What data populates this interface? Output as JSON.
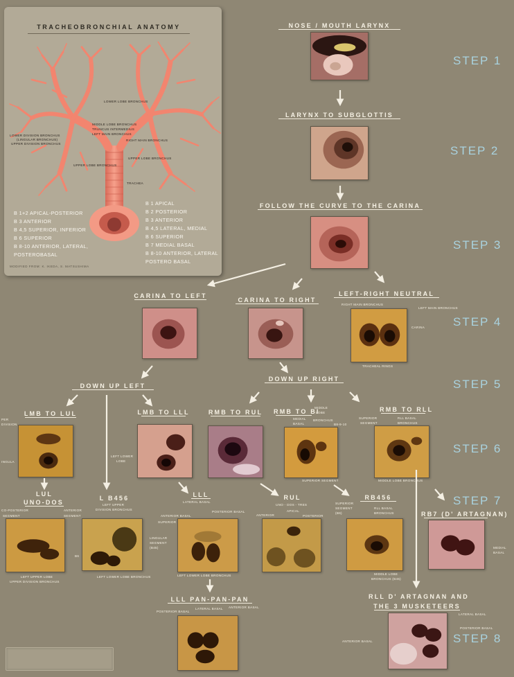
{
  "anatomy": {
    "title": "TRACHEOBRONCHIAL ANATOMY",
    "tree_labels": {
      "lower_lobe_bronchus": "LOWER LOBE BRONCHUS",
      "middle_lobe_bronchus": "MIDDLE LOBE BRONCHUS",
      "truncus_intermedius": "TRUNCUS INTERMEDIUS",
      "left_main_bronchus": "LEFT MAIN BRONCHUS",
      "right_main_bronchus": "RIGHT MAIN BRONCHUS",
      "lower_division": "LOWER DIVISION BRONCHUS",
      "lingular": "(LINGULAR BRONCHUS)",
      "upper_division": "UPPER DIVISION BRONCHUS",
      "upper_lobe_left": "UPPER LOBE BRONCHUS",
      "upper_lobe_right": "UPPER LOBE BRONCHUS",
      "trachea": "TRACHEA"
    },
    "left_list": [
      "B 1+2 APICAL-POSTERIOR",
      "B 3 ANTERIOR",
      "B 4,5 SUPERIOR, INFERIOR",
      "B 6 SUPERIOR",
      "B 8-10 ANTERIOR, LATERAL,",
      "POSTEROBASAL"
    ],
    "right_list": [
      "B 1 APICAL",
      "B 2 POSTERIOR",
      "B 3 ANTERIOR",
      "B 4,5 LATERAL, MEDIAL",
      "B 6 SUPERIOR",
      "B 7 MEDIAL BASAL",
      "B 8-10 ANTERIOR, LATERAL",
      "POSTERO BASAL"
    ],
    "credit": "MODIFIED FROM: K. IKEDA, S. MATSUSHIMA"
  },
  "steps": [
    "STEP 1",
    "STEP 2",
    "STEP 3",
    "STEP 4",
    "STEP 5",
    "STEP 6",
    "STEP 7",
    "STEP 8"
  ],
  "headings": {
    "nose": "NOSE / MOUTH LARYNX",
    "larynx": "LARYNX TO SUBGLOTTIS",
    "follow": "FOLLOW THE CURVE TO THE CARINA",
    "carina_left": "CARINA TO LEFT",
    "carina_right": "CARINA TO RIGHT",
    "neutral": "LEFT-RIGHT NEUTRAL",
    "down_left": "DOWN UP LEFT",
    "down_right": "DOWN UP RIGHT",
    "lmb_lul": "LMB TO LUL",
    "lmb_lll": "LMB TO LLL",
    "rmb_rul": "RMB TO RUL",
    "rmb_bi": "RMB TO BI",
    "rmb_rll": "RMB TO RLL",
    "lul": "LUL",
    "lul_sub": "UNO-DOS",
    "lb456": "L B456",
    "lll": "LLL",
    "rul": "RUL",
    "rul_sub": "UNO - DOS - TRES",
    "rb456": "RB456",
    "rb7": "RB7 (D' ARTAGNAN)",
    "lll_pan": "LLL PAN-PAN-PAN",
    "rll_dart_1": "RLL D' ARTAGNAN AND",
    "rll_dart_2": "THE 3 MUSKETEERS"
  },
  "labels": {
    "neutral_rmb": "RIGHT MAIN BRONCHUS",
    "neutral_lmb": "LEFT MAIN BRONCHUS",
    "neutral_carina": "CARINA",
    "neutral_rings": "TRACHEAL RINGS",
    "lul_upper": "PER",
    "lul_upper2": "DIVISION",
    "lul_lingula": "INGULA",
    "lll_lower": "LEFT LOWER",
    "lll_lower2": "LOBE",
    "bi_middle": "MIDDLE",
    "bi_lobe": "LOBE",
    "bi_bronchus": "BRONCHUS",
    "bi_medial": "MEDIAL",
    "bi_basal": "BASAL",
    "bi_b8": "B8-9-10",
    "bi_superior": "SUPERIOR SEGMENT",
    "rll_superior": "SUPERIOR",
    "rll_segment": "SEGMENT",
    "rll_basal": "RLL BASAL",
    "rll_bronchus": "BRONCHUS",
    "rll_middle": "MIDDLE LOBE BRONCHUS",
    "lul_apico": "CO-POSTERIOR",
    "lul_seg": "SEGMENT",
    "lul_ant": "ANTERIOR",
    "lul_ant2": "SEGMENT",
    "lul_bottom1": "LEFT UPPER LOBE",
    "lul_bottom2": "UPPER DIVISION BRONCHUS",
    "lb_upper1": "LEFT UPPER",
    "lb_upper2": "DIVISION BRONCHUS",
    "lb_ling1": "LINGULAR",
    "lb_ling2": "SEGMENT",
    "lb_ling3": "(B45)",
    "lb_b6": "B6",
    "lb_lower": "LEFT LOWER LOBE BRONCHUS",
    "lll_lat": "LATERAL BASAL",
    "lll_ant": "ANTERIOR BASAL",
    "lll_post": "POSTERIOR BASAL",
    "lll_sup": "SUPERIOR",
    "lll_bottom": "LEFT LOWER LOBE BRONCHUS",
    "rul_apical": "APICAL",
    "rul_ant": "ANTERIOR",
    "rul_post": "POSTERIOR",
    "rb_sup1": "SUPERIOR",
    "rb_sup2": "SEGMENT",
    "rb_sup3": "(B6)",
    "rb_basal1": "RLL BASAL",
    "rb_basal2": "BRONCHUS",
    "rb_mid1": "MIDDLE LOBE",
    "rb_mid2": "BRONCHUS (B45)",
    "rb7_medial1": "MEDIAL",
    "rb7_medial2": "BASAL",
    "pan_post": "POSTERIOR BASAL",
    "pan_lat": "LATERAL BASAL",
    "pan_ant": "ANTERIOR BASAL",
    "dart_lat": "LATERAL BASAL",
    "dart_post": "POSTERIOR BASAL",
    "dart_ant": "ANTERIOR BASAL"
  },
  "colors": {
    "background": "#8f8774",
    "panel": "#b2aa97",
    "step_text": "#a9d2df",
    "tree": "#f2856f"
  }
}
